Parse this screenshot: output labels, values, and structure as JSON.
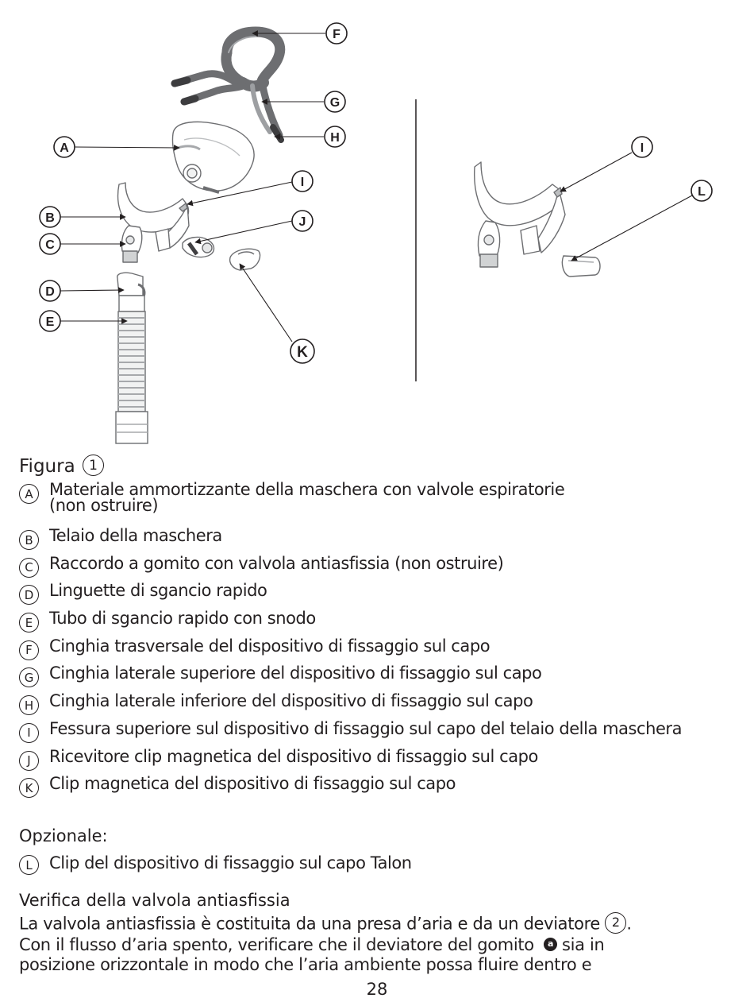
{
  "figure": {
    "callouts": [
      "A",
      "B",
      "C",
      "D",
      "E",
      "F",
      "G",
      "H",
      "I",
      "J",
      "K",
      "L"
    ],
    "title": "Figura",
    "number": "1"
  },
  "legend": [
    {
      "letter": "A",
      "line1": "Materiale ammortizzante della maschera con valvole espiratorie",
      "line2": "(non ostruire)"
    },
    {
      "letter": "B",
      "line1": "Telaio della maschera"
    },
    {
      "letter": "C",
      "line1": "Raccordo a gomito con valvola antiasfissia (non ostruire)"
    },
    {
      "letter": "D",
      "line1": "Linguette di sgancio rapido"
    },
    {
      "letter": "E",
      "line1": "Tubo di sgancio rapido con snodo"
    },
    {
      "letter": "F",
      "line1": "Cinghia trasversale del dispositivo di fissaggio sul capo"
    },
    {
      "letter": "G",
      "line1": "Cinghia laterale superiore del dispositivo di fissaggio sul capo"
    },
    {
      "letter": "H",
      "line1": "Cinghia laterale inferiore del dispositivo di fissaggio sul capo"
    },
    {
      "letter": "I",
      "line1": "Fessura superiore sul dispositivo di fissaggio sul capo del telaio della maschera"
    },
    {
      "letter": "J",
      "line1": "Ricevitore clip magnetica del dispositivo di fissaggio sul capo"
    },
    {
      "letter": "K",
      "line1": "Clip magnetica del dispositivo di fissaggio sul capo"
    }
  ],
  "optional": {
    "heading": "Opzionale:",
    "letter": "L",
    "text": "Clip del dispositivo di fissaggio sul capo Talon"
  },
  "section": {
    "heading": "Verifica della valvola antiasfissia",
    "line1": "La valvola antiasfissia è costituita da una presa d’aria e da un deviatore",
    "figure_ref": "2",
    "line1_end": ".",
    "line2_a": "Con il flusso d’aria spento, verificare che il deviatore del gomito",
    "marker": "a",
    "line2_b": "sia in",
    "line3": "posizione orizzontale in modo che l’aria ambiente possa fluire dentro e"
  },
  "page_number": "28"
}
